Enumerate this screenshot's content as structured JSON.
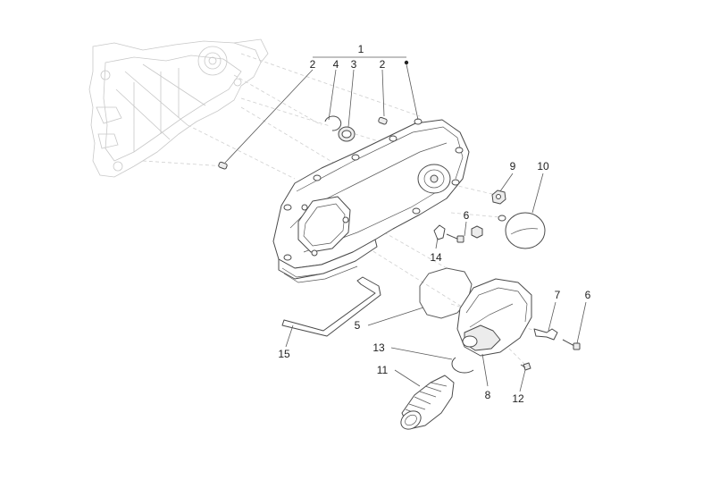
{
  "callouts": {
    "c1": "1",
    "c2a": "2",
    "c4": "4",
    "c3": "3",
    "c2b": "2",
    "c9": "9",
    "c10": "10",
    "c6a": "6",
    "c14": "14",
    "c7": "7",
    "c6b": "6",
    "c5": "5",
    "c15": "15",
    "c13": "13",
    "c11": "11",
    "c8": "8",
    "c12": "12"
  }
}
